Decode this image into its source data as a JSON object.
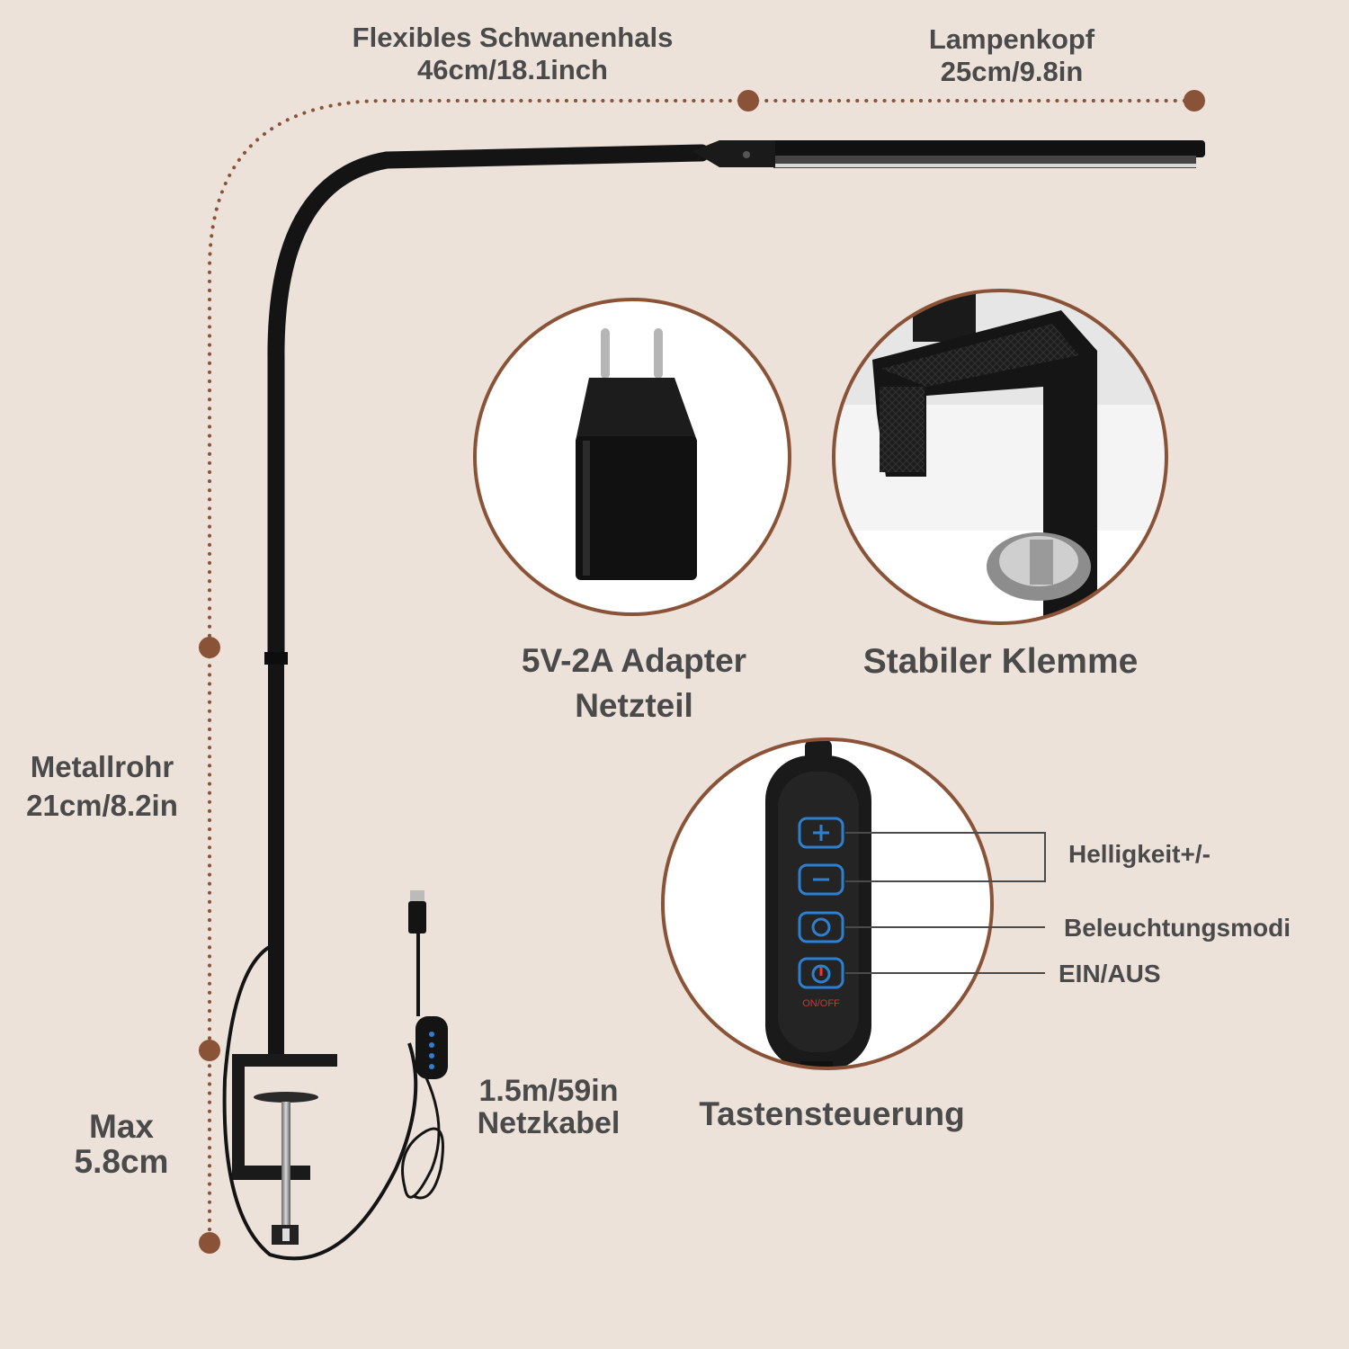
{
  "dimensions": {
    "gooseneck": {
      "line1": "Flexibles Schwanenhals",
      "line2": "46cm/18.1inch"
    },
    "lamp_head": {
      "line1": "Lampenkopf",
      "line2": "25cm/9.8in"
    },
    "metal_tube": {
      "line1": "Metallrohr",
      "line2": "21cm/8.2in"
    },
    "clamp_max": {
      "line1": "Max",
      "line2": "5.8cm"
    },
    "cable": {
      "line1": "1.5m/59in",
      "line2": "Netzkabel"
    }
  },
  "features": {
    "adapter": {
      "line1": "5V-2A Adapter",
      "line2": "Netzteil"
    },
    "clamp": {
      "label": "Stabiler Klemme"
    },
    "control": {
      "label": "Tastensteuerung"
    }
  },
  "controller": {
    "brightness": "Helligkeit+/-",
    "modes": "Beleuchtungsmodi",
    "power": "EIN/AUS",
    "power_button_text": "ON/OFF"
  },
  "colors": {
    "background": "#ece2da",
    "accent": "#8a5236",
    "text": "#4a4a4a",
    "button_blue": "#2f7fd0"
  }
}
